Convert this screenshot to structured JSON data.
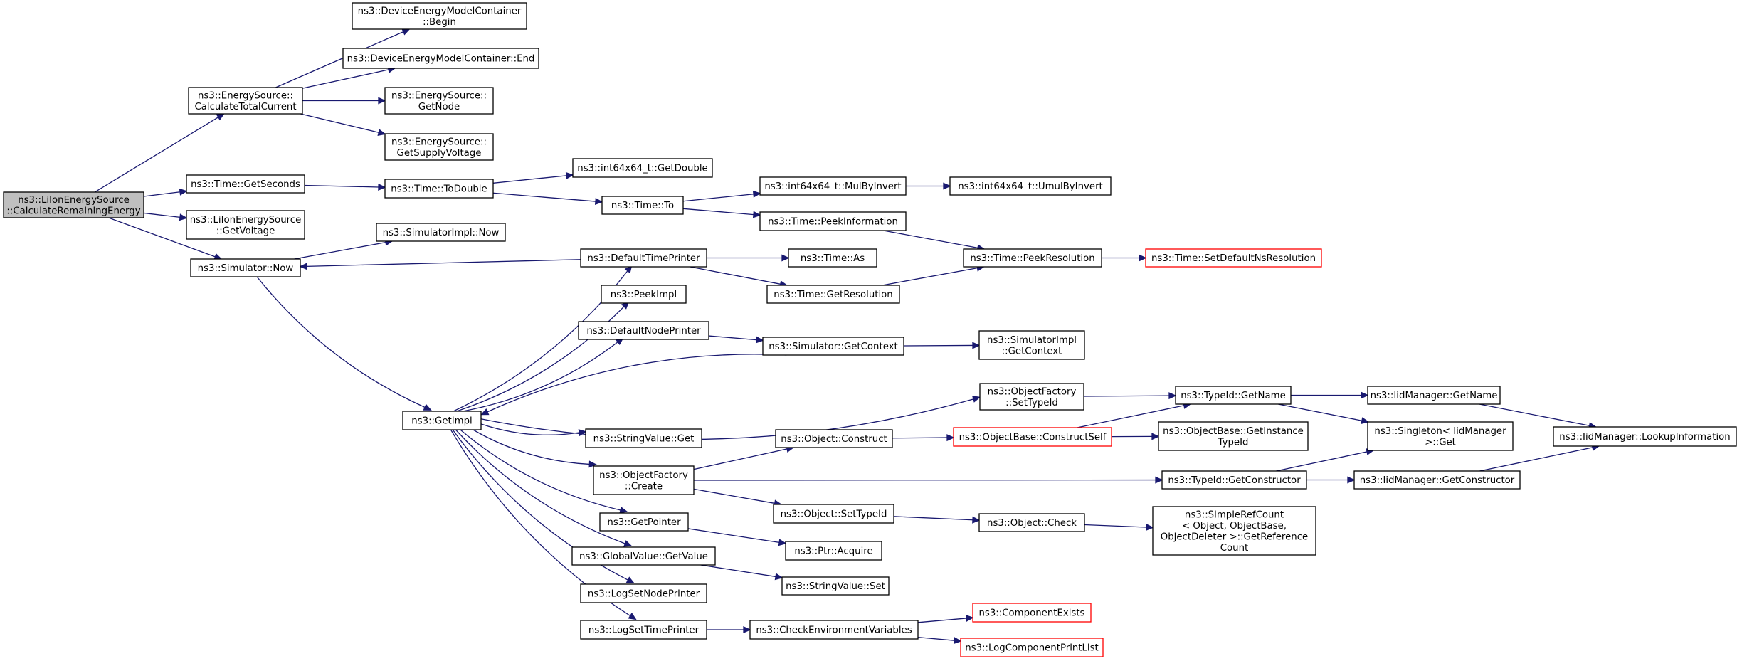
{
  "diagram": {
    "nodes": [
      {
        "id": "root",
        "lines": [
          "ns3::LiIonEnergySource",
          "::CalculateRemainingEnergy"
        ],
        "kind": "root"
      },
      {
        "id": "ctc",
        "lines": [
          "ns3::EnergySource::",
          "CalculateTotalCurrent"
        ]
      },
      {
        "id": "begin",
        "lines": [
          "ns3::DeviceEnergyModelContainer",
          "::Begin"
        ]
      },
      {
        "id": "end",
        "lines": [
          "ns3::DeviceEnergyModelContainer::End"
        ]
      },
      {
        "id": "getnode",
        "lines": [
          "ns3::EnergySource::",
          "GetNode"
        ]
      },
      {
        "id": "gsv",
        "lines": [
          "ns3::EnergySource::",
          "GetSupplyVoltage"
        ]
      },
      {
        "id": "getseconds",
        "lines": [
          "ns3::Time::GetSeconds"
        ]
      },
      {
        "id": "todouble",
        "lines": [
          "ns3::Time::ToDouble"
        ]
      },
      {
        "id": "getdouble",
        "lines": [
          "ns3::int64x64_t::GetDouble"
        ]
      },
      {
        "id": "to",
        "lines": [
          "ns3::Time::To"
        ]
      },
      {
        "id": "mulbyinvert",
        "lines": [
          "ns3::int64x64_t::MulByInvert"
        ]
      },
      {
        "id": "umulbyinvert",
        "lines": [
          "ns3::int64x64_t::UmulByInvert"
        ]
      },
      {
        "id": "peekinfo",
        "lines": [
          "ns3::Time::PeekInformation"
        ]
      },
      {
        "id": "getvoltage",
        "lines": [
          "ns3::LiIonEnergySource",
          "::GetVoltage"
        ]
      },
      {
        "id": "simnow",
        "lines": [
          "ns3::Simulator::Now"
        ]
      },
      {
        "id": "simimplnow",
        "lines": [
          "ns3::SimulatorImpl::Now"
        ]
      },
      {
        "id": "dtp",
        "lines": [
          "ns3::DefaultTimePrinter"
        ]
      },
      {
        "id": "as",
        "lines": [
          "ns3::Time::As"
        ]
      },
      {
        "id": "getres",
        "lines": [
          "ns3::Time::GetResolution"
        ]
      },
      {
        "id": "peekres",
        "lines": [
          "ns3::Time::PeekResolution"
        ]
      },
      {
        "id": "setdefns",
        "lines": [
          "ns3::Time::SetDefaultNsResolution"
        ],
        "kind": "trunc"
      },
      {
        "id": "peekimpl",
        "lines": [
          "ns3::PeekImpl"
        ]
      },
      {
        "id": "dnp",
        "lines": [
          "ns3::DefaultNodePrinter"
        ]
      },
      {
        "id": "simgetctx",
        "lines": [
          "ns3::Simulator::GetContext"
        ]
      },
      {
        "id": "simimplgetctx",
        "lines": [
          "ns3::SimulatorImpl",
          "::GetContext"
        ]
      },
      {
        "id": "getimpl",
        "lines": [
          "ns3::GetImpl"
        ]
      },
      {
        "id": "ofsettypeid",
        "lines": [
          "ns3::ObjectFactory",
          "::SetTypeId"
        ]
      },
      {
        "id": "typeidgetname",
        "lines": [
          "ns3::TypeId::GetName"
        ]
      },
      {
        "id": "iidgetname",
        "lines": [
          "ns3::IidManager::GetName"
        ]
      },
      {
        "id": "lookupinfo",
        "lines": [
          "ns3::IidManager::LookupInformation"
        ]
      },
      {
        "id": "singleton",
        "lines": [
          "ns3::Singleton< IidManager",
          " >::Get"
        ]
      },
      {
        "id": "svget",
        "lines": [
          "ns3::StringValue::Get"
        ]
      },
      {
        "id": "objconstruct",
        "lines": [
          "ns3::Object::Construct"
        ]
      },
      {
        "id": "obconstructself",
        "lines": [
          "ns3::ObjectBase::ConstructSelf"
        ],
        "kind": "trunc"
      },
      {
        "id": "getinsttypeid",
        "lines": [
          "ns3::ObjectBase::GetInstance",
          "TypeId"
        ]
      },
      {
        "id": "ofcreate",
        "lines": [
          "ns3::ObjectFactory",
          "::Create"
        ]
      },
      {
        "id": "typeidgetctor",
        "lines": [
          "ns3::TypeId::GetConstructor"
        ]
      },
      {
        "id": "iidgetctor",
        "lines": [
          "ns3::IidManager::GetConstructor"
        ]
      },
      {
        "id": "objsettypeid",
        "lines": [
          "ns3::Object::SetTypeId"
        ]
      },
      {
        "id": "objcheck",
        "lines": [
          "ns3::Object::Check"
        ]
      },
      {
        "id": "getrefcount",
        "lines": [
          "ns3::SimpleRefCount",
          "< Object, ObjectBase,",
          " ObjectDeleter >::GetReference",
          "Count"
        ]
      },
      {
        "id": "getpointer",
        "lines": [
          "ns3::GetPointer"
        ]
      },
      {
        "id": "ptracquire",
        "lines": [
          "ns3::Ptr::Acquire"
        ]
      },
      {
        "id": "gvgetvalue",
        "lines": [
          "ns3::GlobalValue::GetValue"
        ]
      },
      {
        "id": "svset",
        "lines": [
          "ns3::StringValue::Set"
        ]
      },
      {
        "id": "logsetnode",
        "lines": [
          "ns3::LogSetNodePrinter"
        ]
      },
      {
        "id": "logsettime",
        "lines": [
          "ns3::LogSetTimePrinter"
        ]
      },
      {
        "id": "checkenv",
        "lines": [
          "ns3::CheckEnvironmentVariables"
        ]
      },
      {
        "id": "compexists",
        "lines": [
          "ns3::ComponentExists"
        ],
        "kind": "trunc"
      },
      {
        "id": "logcompprint",
        "lines": [
          "ns3::LogComponentPrintList"
        ],
        "kind": "trunc"
      }
    ],
    "edges": [
      [
        "root",
        "ctc"
      ],
      [
        "root",
        "getseconds"
      ],
      [
        "root",
        "getvoltage"
      ],
      [
        "root",
        "simnow"
      ],
      [
        "ctc",
        "begin"
      ],
      [
        "ctc",
        "end"
      ],
      [
        "ctc",
        "getnode"
      ],
      [
        "ctc",
        "gsv"
      ],
      [
        "getseconds",
        "todouble"
      ],
      [
        "todouble",
        "getdouble"
      ],
      [
        "todouble",
        "to"
      ],
      [
        "to",
        "mulbyinvert"
      ],
      [
        "to",
        "peekinfo"
      ],
      [
        "mulbyinvert",
        "umulbyinvert"
      ],
      [
        "peekinfo",
        "peekres"
      ],
      [
        "simnow",
        "simimplnow"
      ],
      [
        "simnow",
        "getimpl"
      ],
      [
        "dtp",
        "simnow"
      ],
      [
        "dtp",
        "as"
      ],
      [
        "dtp",
        "getres"
      ],
      [
        "getres",
        "peekres"
      ],
      [
        "peekres",
        "setdefns"
      ],
      [
        "dnp",
        "simgetctx"
      ],
      [
        "simgetctx",
        "simimplgetctx"
      ],
      [
        "simgetctx",
        "getimpl"
      ],
      [
        "getimpl",
        "dtp"
      ],
      [
        "getimpl",
        "peekimpl"
      ],
      [
        "getimpl",
        "dnp"
      ],
      [
        "getimpl",
        "ofsettypeid"
      ],
      [
        "getimpl",
        "svget"
      ],
      [
        "getimpl",
        "ofcreate"
      ],
      [
        "getimpl",
        "getpointer"
      ],
      [
        "getimpl",
        "gvgetvalue"
      ],
      [
        "getimpl",
        "logsetnode"
      ],
      [
        "getimpl",
        "logsettime"
      ],
      [
        "ofsettypeid",
        "typeidgetname"
      ],
      [
        "typeidgetname",
        "iidgetname"
      ],
      [
        "typeidgetname",
        "singleton"
      ],
      [
        "iidgetname",
        "lookupinfo"
      ],
      [
        "ofcreate",
        "objconstruct"
      ],
      [
        "ofcreate",
        "typeidgetctor"
      ],
      [
        "ofcreate",
        "objsettypeid"
      ],
      [
        "objconstruct",
        "obconstructself"
      ],
      [
        "obconstructself",
        "typeidgetname"
      ],
      [
        "obconstructself",
        "getinsttypeid"
      ],
      [
        "typeidgetctor",
        "singleton"
      ],
      [
        "typeidgetctor",
        "iidgetctor"
      ],
      [
        "iidgetctor",
        "lookupinfo"
      ],
      [
        "objsettypeid",
        "objcheck"
      ],
      [
        "objcheck",
        "getrefcount"
      ],
      [
        "getpointer",
        "ptracquire"
      ],
      [
        "gvgetvalue",
        "svset"
      ],
      [
        "logsettime",
        "checkenv"
      ],
      [
        "checkenv",
        "compexists"
      ],
      [
        "checkenv",
        "logcompprint"
      ]
    ]
  }
}
